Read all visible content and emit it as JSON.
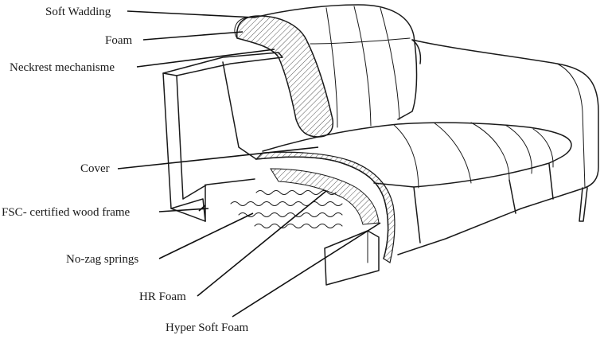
{
  "labels": {
    "soft_wadding": "Soft Wadding",
    "foam": "Foam",
    "neckrest": "Neckrest mechanisme",
    "cover": "Cover",
    "frame": "FSC- certified wood frame",
    "springs": "No-zag springs",
    "hr_foam": "HR Foam",
    "hyper_soft_foam": "Hyper Soft Foam"
  },
  "colors": {
    "ink": "#1a1a1a",
    "background": "#ffffff"
  }
}
